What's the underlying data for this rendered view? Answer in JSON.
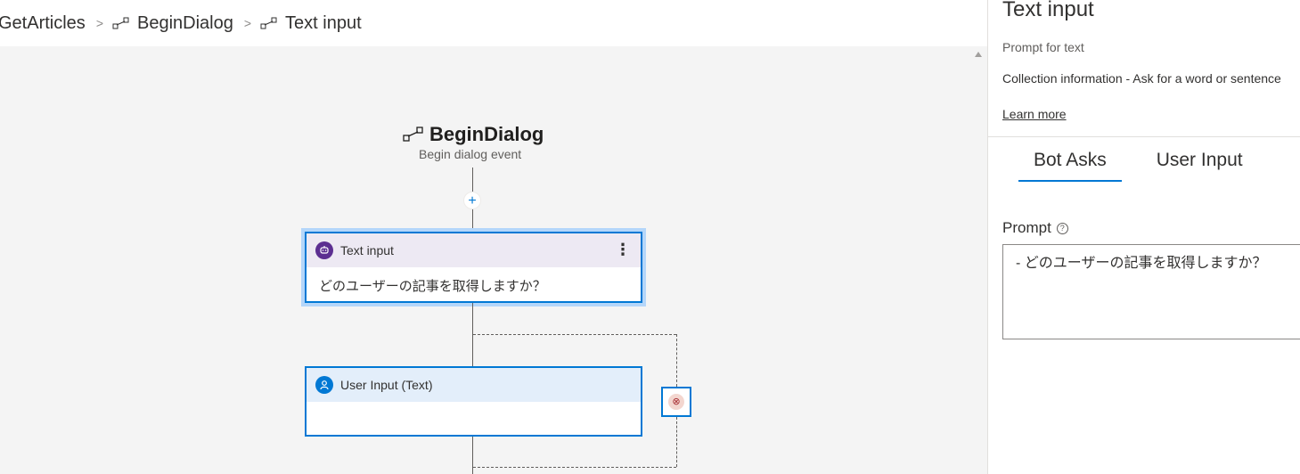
{
  "breadcrumb": {
    "items": [
      "GetArticles",
      "BeginDialog",
      "Text input"
    ],
    "separator": ">"
  },
  "canvas": {
    "event": {
      "title": "BeginDialog",
      "subtitle": "Begin dialog event"
    },
    "add_label": "+",
    "text_node": {
      "title": "Text input",
      "body": "どのユーザーの記事を取得しますか？",
      "menu": "⋮"
    },
    "user_node": {
      "title": "User Input (Text)",
      "body": ""
    }
  },
  "panel": {
    "title": "Text input",
    "subtitle": "Prompt for text",
    "description": "Collection information - Ask for a word or sentence",
    "learn_more": "Learn more",
    "tabs": [
      {
        "label": "Bot Asks",
        "active": true
      },
      {
        "label": "User Input",
        "active": false
      }
    ],
    "prompt_label": "Prompt",
    "prompt_help": "?",
    "prompt_value": "- どのユーザーの記事を取得しますか？"
  },
  "colors": {
    "accent": "#0078d4",
    "bot_icon": "#5c2e91",
    "canvas_bg": "#f4f4f4"
  }
}
